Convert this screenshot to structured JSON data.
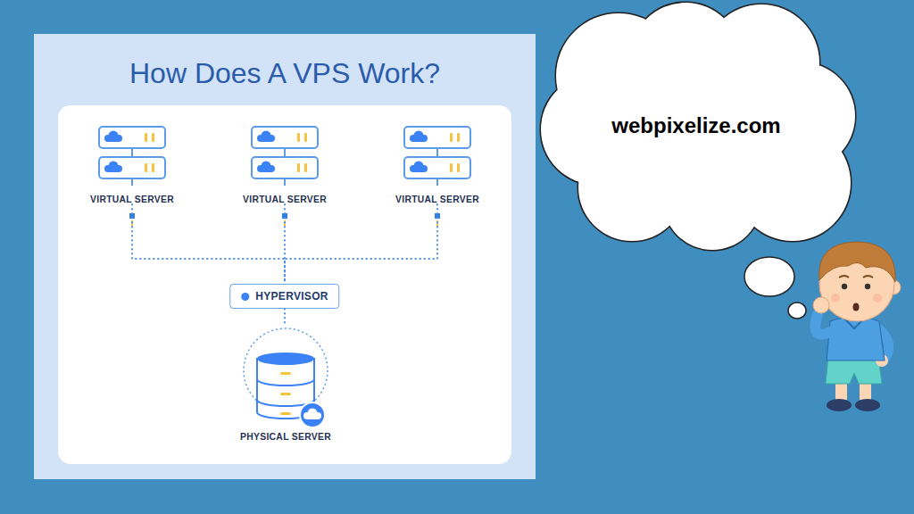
{
  "diagram": {
    "title": "How Does A VPS Work?",
    "nodes": [
      {
        "text": [
          "VIRTUAL SERVER"
        ]
      },
      {
        "text": [
          "VIRTUAL SERVER"
        ]
      },
      {
        "text": [
          "VIRTUAL SERVER"
        ]
      },
      {
        "text": [
          "HYPERVISOR"
        ]
      },
      {
        "text": [
          "PHYSICAL SERVER"
        ]
      },
      {
        "text": [
          "webpixelize.com"
        ]
      }
    ],
    "edges": [
      {
        "from": 0,
        "to": 3,
        "arrow": "none"
      },
      {
        "from": 1,
        "to": 3,
        "arrow": "none"
      },
      {
        "from": 2,
        "to": 3,
        "arrow": "none"
      },
      {
        "from": 3,
        "to": 4,
        "arrow": "none"
      }
    ]
  }
}
